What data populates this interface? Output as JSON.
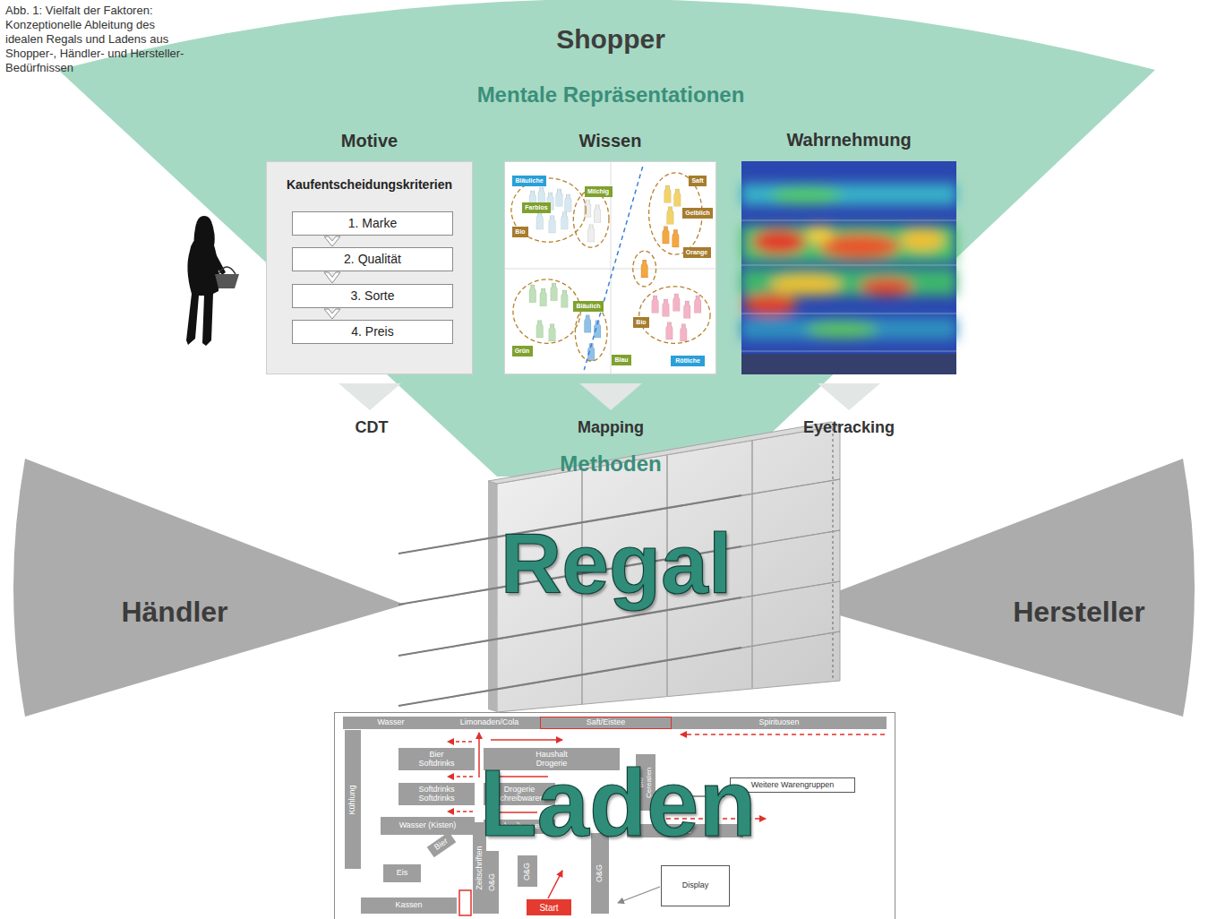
{
  "diagram": {
    "caption": "Abb. 1: Vielfalt der Faktoren: Konzeptionelle Ableitung des idealen Regals und Ladens aus Shopper-, Händler- und Hersteller-Bedürfnissen",
    "nodes": [
      {
        "text": [
          "Shopper",
          "Mentale Repräsentationen",
          "Methoden"
        ]
      },
      {
        "text": [
          "Motive",
          "Kaufentscheidungskriterien"
        ],
        "in": 0
      },
      {
        "text": [
          "1. Marke"
        ],
        "in": 1
      },
      {
        "text": [
          "2. Qualität"
        ],
        "in": 1
      },
      {
        "text": [
          "3. Sorte"
        ],
        "in": 1
      },
      {
        "text": [
          "4. Preis"
        ],
        "in": 1
      },
      {
        "text": [
          "Wissen"
        ],
        "in": 0
      },
      {
        "text": [
          "Bläuliche"
        ],
        "in": 6
      },
      {
        "text": [
          "Milchig"
        ],
        "in": 6
      },
      {
        "text": [
          "Farblos"
        ],
        "in": 6
      },
      {
        "text": [
          "Bio"
        ],
        "in": 6
      },
      {
        "text": [
          "Saft"
        ],
        "in": 6
      },
      {
        "text": [
          "Gelblich"
        ],
        "in": 6
      },
      {
        "text": [
          "Orange"
        ],
        "in": 6
      },
      {
        "text": [
          "Grün"
        ],
        "in": 6
      },
      {
        "text": [
          "Bläulich"
        ],
        "in": 6
      },
      {
        "text": [
          "Bio"
        ],
        "in": 6
      },
      {
        "text": [
          "Blau"
        ],
        "in": 6
      },
      {
        "text": [
          "Rötliche"
        ],
        "in": 6
      },
      {
        "text": [
          "Wahrnehmung"
        ],
        "in": 0
      },
      {
        "text": [
          "Händler"
        ]
      },
      {
        "text": [
          "Regal"
        ]
      },
      {
        "text": [
          "Hersteller"
        ]
      },
      {
        "text": [
          "Laden"
        ]
      },
      {
        "text": [
          "Wasser"
        ],
        "in": 23
      },
      {
        "text": [
          "Limonaden/Cola"
        ],
        "in": 23
      },
      {
        "text": [
          "Saft/Eistee"
        ],
        "in": 23
      },
      {
        "text": [
          "Spirituosen"
        ],
        "in": 23
      },
      {
        "text": [
          "Kühlung"
        ],
        "in": 23
      },
      {
        "text": [
          "Bier",
          "Softdrinks"
        ],
        "in": 23
      },
      {
        "text": [
          "Haushalt",
          "Drogerie"
        ],
        "in": 23
      },
      {
        "text": [
          "Softdrinks",
          "Softdrinks"
        ],
        "in": 23
      },
      {
        "text": [
          "Drogerie",
          "Schreibwaren"
        ],
        "in": 23
      },
      {
        "text": [
          "Schreibwaren"
        ],
        "in": 23
      },
      {
        "text": [
          "Wasser (Kisten)"
        ],
        "in": 23
      },
      {
        "text": [
          "Bier"
        ],
        "in": 23
      },
      {
        "text": [
          "Eis"
        ],
        "in": 23
      },
      {
        "text": [
          "Kassen"
        ],
        "in": 23
      },
      {
        "text": [
          "Zeitschriften"
        ],
        "in": 23
      },
      {
        "text": [
          "O&G"
        ],
        "in": 23
      },
      {
        "text": [
          "O&G"
        ],
        "in": 23
      },
      {
        "text": [
          "Start"
        ],
        "in": 23
      },
      {
        "text": [
          "O&G"
        ],
        "in": 23
      },
      {
        "text": [
          "Bio",
          "Cerealien"
        ],
        "in": 23
      },
      {
        "text": [
          "Tee"
        ],
        "in": 23
      },
      {
        "text": [
          "Weitere Warengruppen"
        ],
        "in": 23
      },
      {
        "text": [
          "Display"
        ],
        "in": 23
      }
    ],
    "edges": [
      {
        "from": 2,
        "to": 3,
        "arrow": "to"
      },
      {
        "from": 3,
        "to": 4,
        "arrow": "to"
      },
      {
        "from": 4,
        "to": 5,
        "arrow": "to"
      }
    ],
    "labels": [
      "CDT",
      "Mapping",
      "Eyetracking"
    ]
  }
}
